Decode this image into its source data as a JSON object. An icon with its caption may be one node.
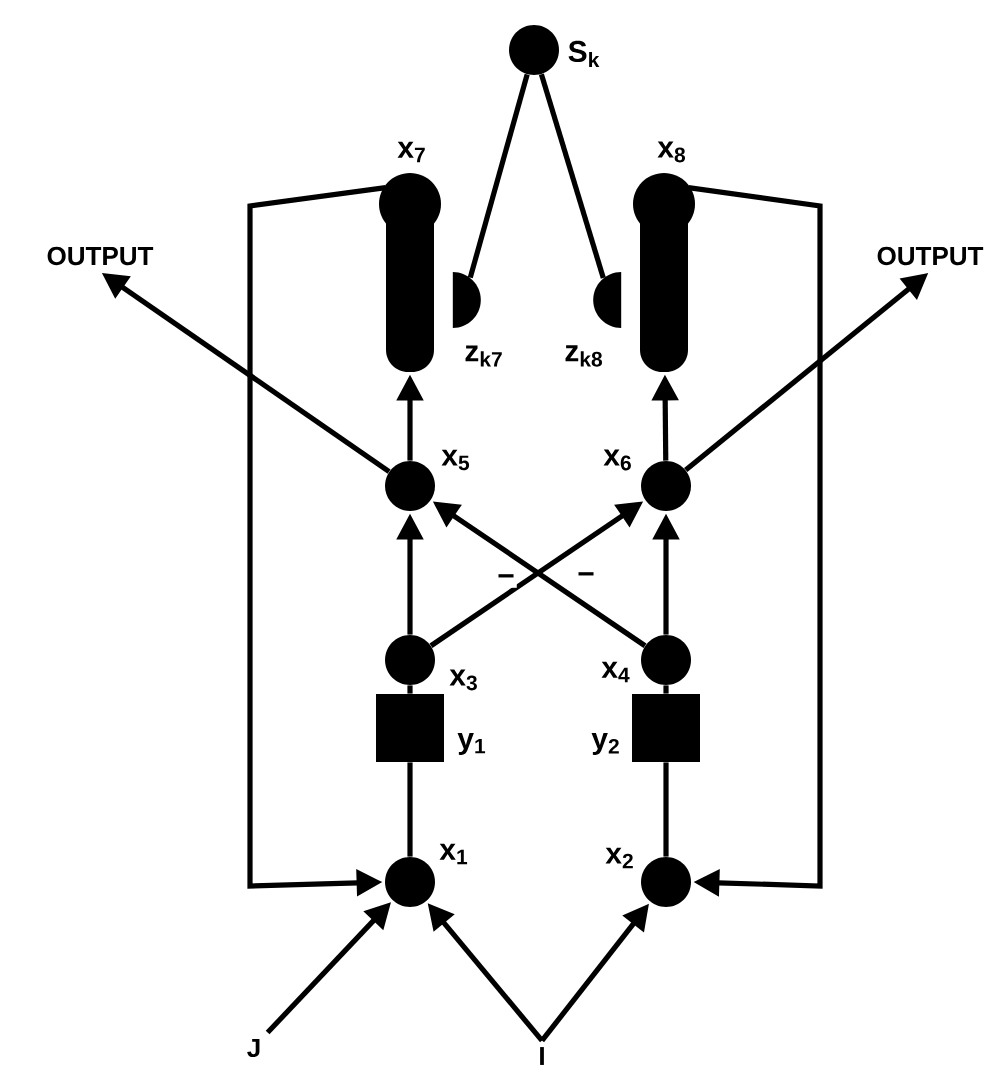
{
  "diagram": {
    "nodes": [
      {
        "text": [],
        "shape": "circle",
        "beside": [
          "S$_{k}$"
        ]
      },
      {
        "text": [],
        "shape": "bar",
        "beside": [
          "x$_{7}$"
        ]
      },
      {
        "text": [],
        "shape": "half-circle",
        "beside": [
          "z$_{k7}$"
        ]
      },
      {
        "text": [],
        "shape": "half-circle",
        "beside": [
          "z$_{k8}$"
        ]
      },
      {
        "text": [],
        "shape": "bar",
        "beside": [
          "x$_{8}$"
        ]
      },
      {
        "text": [
          "OUTPUT"
        ]
      },
      {
        "text": [
          "OUTPUT"
        ]
      },
      {
        "text": [],
        "shape": "circle",
        "beside": [
          "x$_{5}$"
        ]
      },
      {
        "text": [],
        "shape": "circle",
        "beside": [
          "x$_{6}$"
        ]
      },
      {
        "text": [],
        "shape": "circle",
        "beside": [
          "x$_{3}$"
        ]
      },
      {
        "text": [],
        "shape": "circle",
        "beside": [
          "x$_{4}$"
        ]
      },
      {
        "text": [],
        "shape": "box",
        "beside": [
          "y$_{1}$"
        ]
      },
      {
        "text": [],
        "shape": "box",
        "beside": [
          "y$_{2}$"
        ]
      },
      {
        "text": [],
        "shape": "circle",
        "beside": [
          "x$_{1}$"
        ]
      },
      {
        "text": [],
        "shape": "circle",
        "beside": [
          "x$_{2}$"
        ]
      },
      {
        "text": [
          "J"
        ]
      },
      {
        "text": [
          "I"
        ]
      }
    ],
    "edges": [
      {
        "from": 0,
        "to": 2,
        "arrow": "none"
      },
      {
        "from": 0,
        "to": 3,
        "arrow": "none"
      },
      {
        "from": 1,
        "to": 13,
        "arrow": "to"
      },
      {
        "from": 4,
        "to": 14,
        "arrow": "to"
      },
      {
        "from": 7,
        "to": 1,
        "arrow": "to"
      },
      {
        "from": 8,
        "to": 4,
        "arrow": "to"
      },
      {
        "from": 7,
        "to": 5,
        "arrow": "to"
      },
      {
        "from": 8,
        "to": 6,
        "arrow": "to"
      },
      {
        "from": 9,
        "to": 7,
        "arrow": "to"
      },
      {
        "from": 10,
        "to": 8,
        "arrow": "to"
      },
      {
        "from": 9,
        "to": 8,
        "arrow": "to",
        "label": "−"
      },
      {
        "from": 10,
        "to": 7,
        "arrow": "to",
        "label": "−"
      },
      {
        "from": 13,
        "to": 11,
        "arrow": "none"
      },
      {
        "from": 11,
        "to": 9,
        "arrow": "none"
      },
      {
        "from": 14,
        "to": 12,
        "arrow": "none"
      },
      {
        "from": 12,
        "to": 10,
        "arrow": "none"
      },
      {
        "from": 15,
        "to": 13,
        "arrow": "to"
      },
      {
        "from": 16,
        "to": 13,
        "arrow": "to"
      },
      {
        "from": 16,
        "to": 14,
        "arrow": "to"
      }
    ]
  }
}
